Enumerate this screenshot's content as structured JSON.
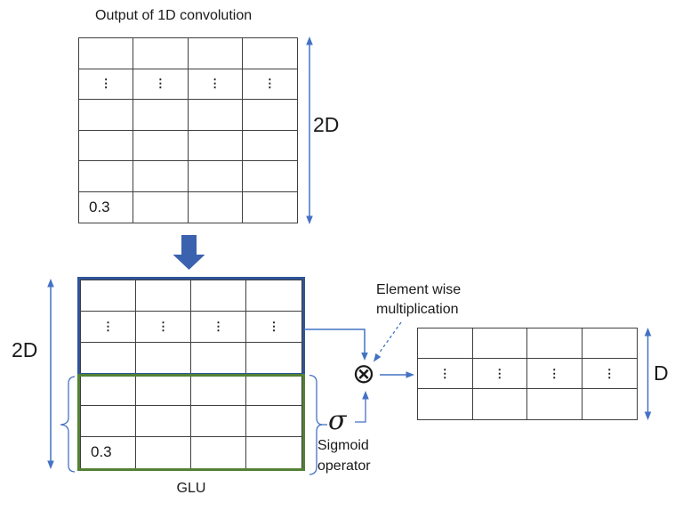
{
  "title": "Output of 1D convolution",
  "top_grid": {
    "dimension_label": "2D",
    "cells": [
      [
        "",
        "",
        "",
        ""
      ],
      [
        "⋮",
        "⋮",
        "⋮",
        "⋮"
      ],
      [
        "",
        "",
        "",
        ""
      ],
      [
        "",
        "",
        "",
        ""
      ],
      [
        "",
        "",
        "",
        ""
      ],
      [
        "0.3",
        "",
        "",
        ""
      ]
    ]
  },
  "glu_block": {
    "dimension_label": "2D",
    "glu_label": "GLU",
    "cells": [
      [
        "",
        "",
        "",
        ""
      ],
      [
        "⋮",
        "⋮",
        "⋮",
        "⋮"
      ],
      [
        "",
        "",
        "",
        ""
      ],
      [
        "",
        "",
        "",
        ""
      ],
      [
        "",
        "",
        "",
        ""
      ],
      [
        "0.3",
        "",
        "",
        ""
      ]
    ]
  },
  "output_grid": {
    "dimension_label": "D",
    "cells": [
      [
        "",
        "",
        "",
        ""
      ],
      [
        "⋮",
        "⋮",
        "⋮",
        "⋮"
      ],
      [
        "",
        "",
        "",
        ""
      ]
    ]
  },
  "operators": {
    "element_wise_label": "Element wise\nmultiplication",
    "multiply_icon": "⊗",
    "sigma": "σ",
    "sigmoid_label": "Sigmoid\noperator"
  },
  "colors": {
    "accent_blue": "#4472C4",
    "arrow_blue": "#3B62AE",
    "box_blue": "#2F5496",
    "box_green": "#538135",
    "grid_line": "#3f3f3f",
    "text": "#1a1a1a"
  }
}
